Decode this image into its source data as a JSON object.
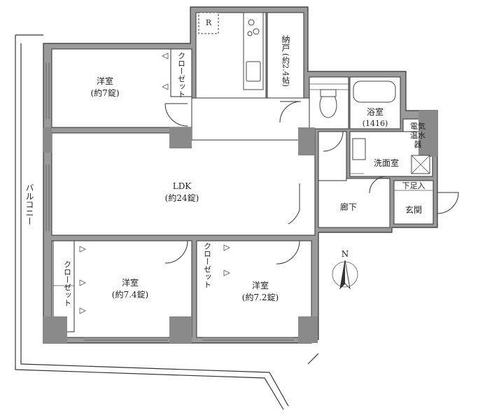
{
  "rooms": {
    "west_top": {
      "name": "洋室",
      "size": "(約7錠)"
    },
    "west_top_closet": "クローゼット",
    "ldk": {
      "name": "LDK",
      "size": "(約24錠)"
    },
    "storage": {
      "name": "納戸",
      "size": "(約2.4帖)"
    },
    "bath": {
      "name": "浴室",
      "size": "(1416)"
    },
    "water_heater": {
      "line1": "電気",
      "line2": "温水",
      "line3": "器"
    },
    "washroom": "洗面室",
    "hallway": "廊下",
    "shoe_storage": "下足入",
    "entrance": "玄関",
    "bed_left": {
      "name": "洋室",
      "size": "(約7.4錠)"
    },
    "bed_left_closet": "クローゼット",
    "bed_mid_closet": "クローゼット",
    "bed_right": {
      "name": "洋室",
      "size": "(約7.2錠)"
    }
  },
  "balcony": "バルコニー",
  "compass": {
    "label": "N"
  },
  "fridge": "R"
}
